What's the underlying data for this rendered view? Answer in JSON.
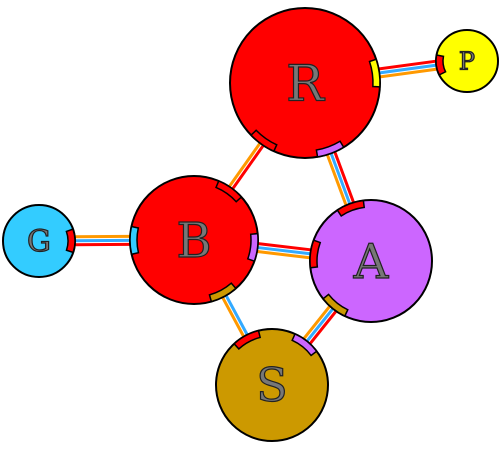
{
  "diagram": {
    "nodes": [
      {
        "id": "R",
        "label": "R",
        "color": "#ff0000"
      },
      {
        "id": "P",
        "label": "P",
        "color": "#ffff00"
      },
      {
        "id": "B",
        "label": "B",
        "color": "#ff0000"
      },
      {
        "id": "G",
        "label": "G",
        "color": "#33ccff"
      },
      {
        "id": "A",
        "label": "A",
        "color": "#cc66ff"
      },
      {
        "id": "S",
        "label": "S",
        "color": "#cc9900"
      }
    ],
    "edges": [
      {
        "from": "R",
        "to": "P",
        "colors": [
          "#ff0000",
          "#33aaff",
          "#ff9900"
        ]
      },
      {
        "from": "R",
        "to": "B",
        "colors": [
          "#ff0000",
          "#ff9900"
        ]
      },
      {
        "from": "R",
        "to": "A",
        "colors": [
          "#ff0000",
          "#33aaff",
          "#ff9900"
        ]
      },
      {
        "from": "B",
        "to": "G",
        "colors": [
          "#ff0000",
          "#33aaff",
          "#ff9900"
        ]
      },
      {
        "from": "B",
        "to": "A",
        "colors": [
          "#ff0000",
          "#33aaff",
          "#ff9900"
        ]
      },
      {
        "from": "B",
        "to": "S",
        "colors": [
          "#33aaff",
          "#ff9900"
        ]
      },
      {
        "from": "A",
        "to": "S",
        "colors": [
          "#ff0000",
          "#33aaff",
          "#ff9900"
        ]
      }
    ]
  }
}
